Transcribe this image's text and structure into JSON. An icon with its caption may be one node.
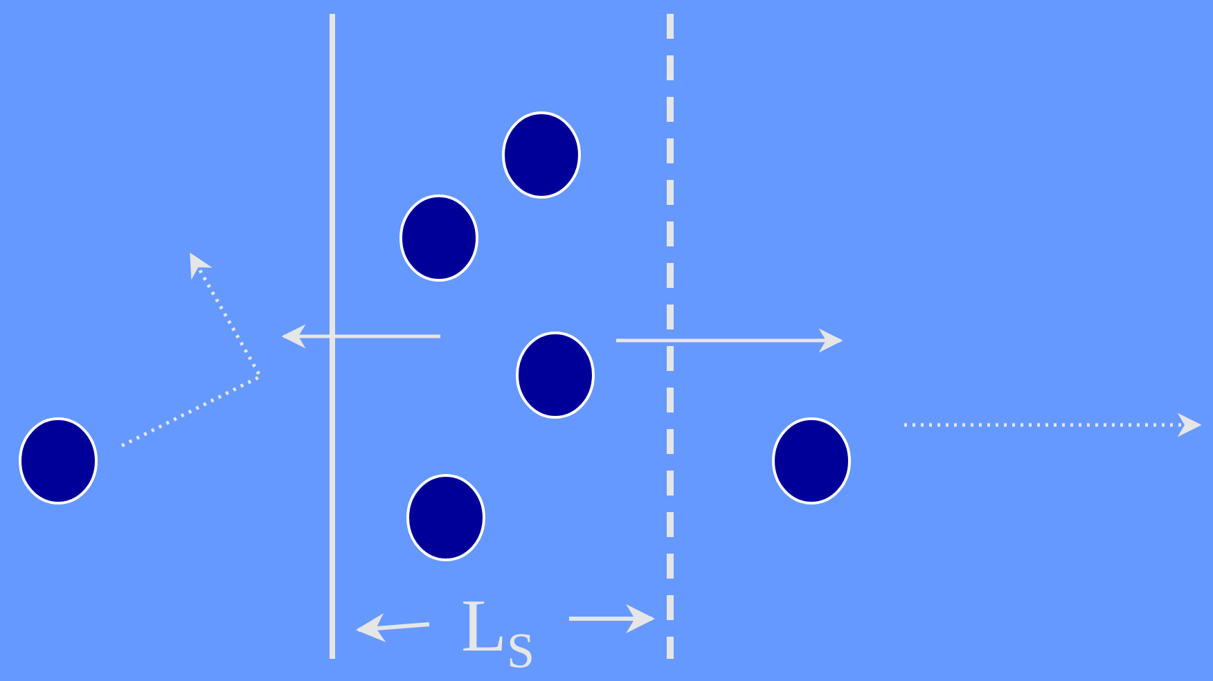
{
  "diagram": {
    "nodes": [
      {
        "text": [],
        "shape": "circle"
      },
      {
        "text": [],
        "shape": "circle"
      },
      {
        "text": [],
        "shape": "circle"
      },
      {
        "text": [],
        "shape": "circle"
      },
      {
        "text": [],
        "shape": "circle"
      },
      {
        "text": [],
        "shape": "circle"
      }
    ],
    "labels": [
      "L$_{S}$"
    ]
  }
}
